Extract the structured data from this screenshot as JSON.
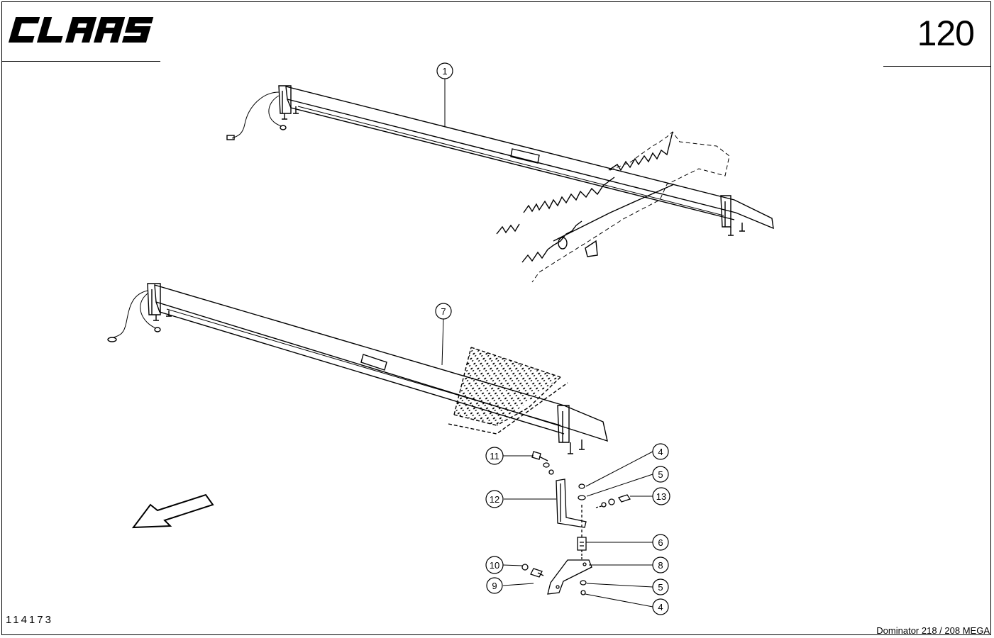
{
  "header": {
    "brand": "CLAAS",
    "page_number": "120"
  },
  "footer": {
    "drawing_number": "114173",
    "model": "Dominator 218 / 208 MEGA"
  },
  "callouts": [
    {
      "id": "c1",
      "label": "1"
    },
    {
      "id": "c7",
      "label": "7"
    },
    {
      "id": "c11",
      "label": "11"
    },
    {
      "id": "c12",
      "label": "12"
    },
    {
      "id": "c4a",
      "label": "4"
    },
    {
      "id": "c5a",
      "label": "5"
    },
    {
      "id": "c13",
      "label": "13"
    },
    {
      "id": "c6",
      "label": "6"
    },
    {
      "id": "c10",
      "label": "10"
    },
    {
      "id": "c8",
      "label": "8"
    },
    {
      "id": "c9",
      "label": "9"
    },
    {
      "id": "c5b",
      "label": "5"
    },
    {
      "id": "c4b",
      "label": "4"
    }
  ],
  "icons": {
    "direction": "direction-arrow-icon",
    "logo": "claas-logo"
  }
}
